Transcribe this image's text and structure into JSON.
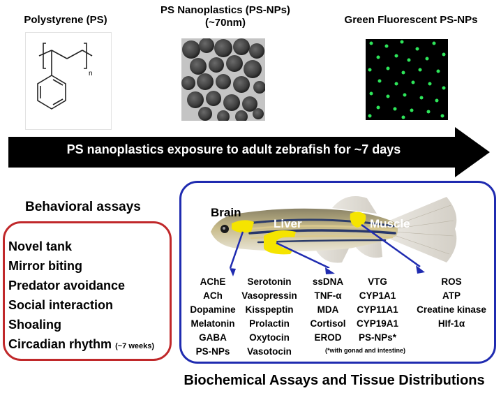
{
  "headers": {
    "ps": "Polystyrene (PS)",
    "psnp_line1": "PS Nanoplastics (PS-NPs)",
    "psnp_line2": "(~70nm)",
    "green": "Green Fluorescent PS-NPs"
  },
  "structure": {
    "subscript": "n"
  },
  "arrow": {
    "label": "PS nanoplastics exposure to adult zebrafish for ~7 days"
  },
  "behavioral": {
    "title": "Behavioral assays",
    "items": [
      "Novel tank",
      "Mirror biting",
      "Predator avoidance",
      "Social interaction",
      "Shoaling",
      "Circadian rhythm"
    ],
    "note": "(~7 weeks)"
  },
  "organs": {
    "brain": "Brain",
    "liver": "Liver",
    "muscle": "Muscle"
  },
  "brain_cols": {
    "col1": [
      "AChE",
      "ACh",
      "Dopamine",
      "Melatonin",
      "GABA",
      "PS-NPs"
    ],
    "col2": [
      "Serotonin",
      "Vasopressin",
      "Kisspeptin",
      "Prolactin",
      "Oxytocin",
      "Vasotocin"
    ]
  },
  "liver_cols": {
    "col1": [
      "ssDNA",
      "TNF-α",
      "MDA",
      "Cortisol",
      "EROD"
    ],
    "col2": [
      "VTG",
      "CYP1A1",
      "CYP11A1",
      "CYP19A1",
      "PS-NPs*"
    ],
    "note": "(*with gonad and intestine)"
  },
  "muscle_col": [
    "ROS",
    "ATP",
    "Creatine kinase",
    "HIf-1α"
  ],
  "footer": "Biochemical Assays and Tissue Distributions",
  "colors": {
    "red_box": "#c0282a",
    "blue_box": "#1f2bb0",
    "organ_yellow": "#f5e400",
    "fluor_green": "#2ee65a"
  }
}
